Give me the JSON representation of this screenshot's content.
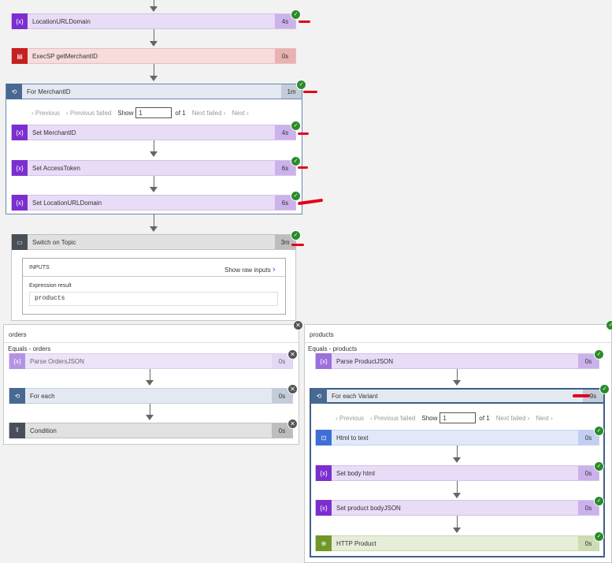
{
  "flow": {
    "location_url_domain": {
      "name": "LocationURLDomain",
      "duration": "4s"
    },
    "exec_sp": {
      "name": "ExecSP getMerchantID",
      "duration": "0s"
    },
    "for_merchant": {
      "name": "For MerchantID",
      "duration": "1m"
    },
    "pager1": {
      "previous": "Previous",
      "previous_failed": "Previous failed",
      "show": "Show",
      "value": "1",
      "of": "of 1",
      "next_failed": "Next failed",
      "next": "Next"
    },
    "set_merchant": {
      "name": "Set MerchantID",
      "duration": "4s"
    },
    "set_access_token": {
      "name": "Set AccessToken",
      "duration": "6s"
    },
    "set_location": {
      "name": "Set LocationURLDomain",
      "duration": "6s"
    },
    "switch": {
      "name": "Switch on Topic",
      "duration": "3m"
    },
    "inputs": {
      "label": "INPUTS",
      "show_raw": "Show raw inputs",
      "expression_label": "Expression result",
      "expression_value": "products"
    },
    "orders": {
      "title": "orders",
      "condition": "Equals - orders",
      "parse": {
        "name": "Parse OrdersJSON",
        "duration": "0s"
      },
      "for_each": {
        "name": "For each",
        "duration": "0s"
      },
      "condition_action": {
        "name": "Condition",
        "duration": "0s"
      }
    },
    "products": {
      "title": "products",
      "condition": "Equals - products",
      "parse": {
        "name": "Parse ProductJSON",
        "duration": "0s"
      },
      "for_each_variant": {
        "name": "For each Variant",
        "duration": "9s"
      },
      "pager": {
        "previous": "Previous",
        "previous_failed": "Previous failed",
        "show": "Show",
        "value": "1",
        "of": "of 1",
        "next_failed": "Next failed",
        "next": "Next"
      },
      "html_to_text": {
        "name": "Html to text",
        "duration": "0s"
      },
      "set_body_html": {
        "name": "Set body html",
        "duration": "0s"
      },
      "set_product_body": {
        "name": "Set product bodyJSON",
        "duration": "0s"
      },
      "http_product": {
        "name": "HTTP Product",
        "duration": "0s"
      }
    }
  },
  "icons": {
    "variable": "{x}",
    "check": "✓",
    "close": "✕"
  },
  "colors": {
    "variable": "#7b2fd0",
    "sql": "#c4201f",
    "loop": "#486991",
    "switch": "#484f58",
    "condition": "#484f58",
    "html": "#3f6fd6",
    "http": "#709727",
    "success": "#2a8c2a",
    "annotation": "#e2001a"
  }
}
